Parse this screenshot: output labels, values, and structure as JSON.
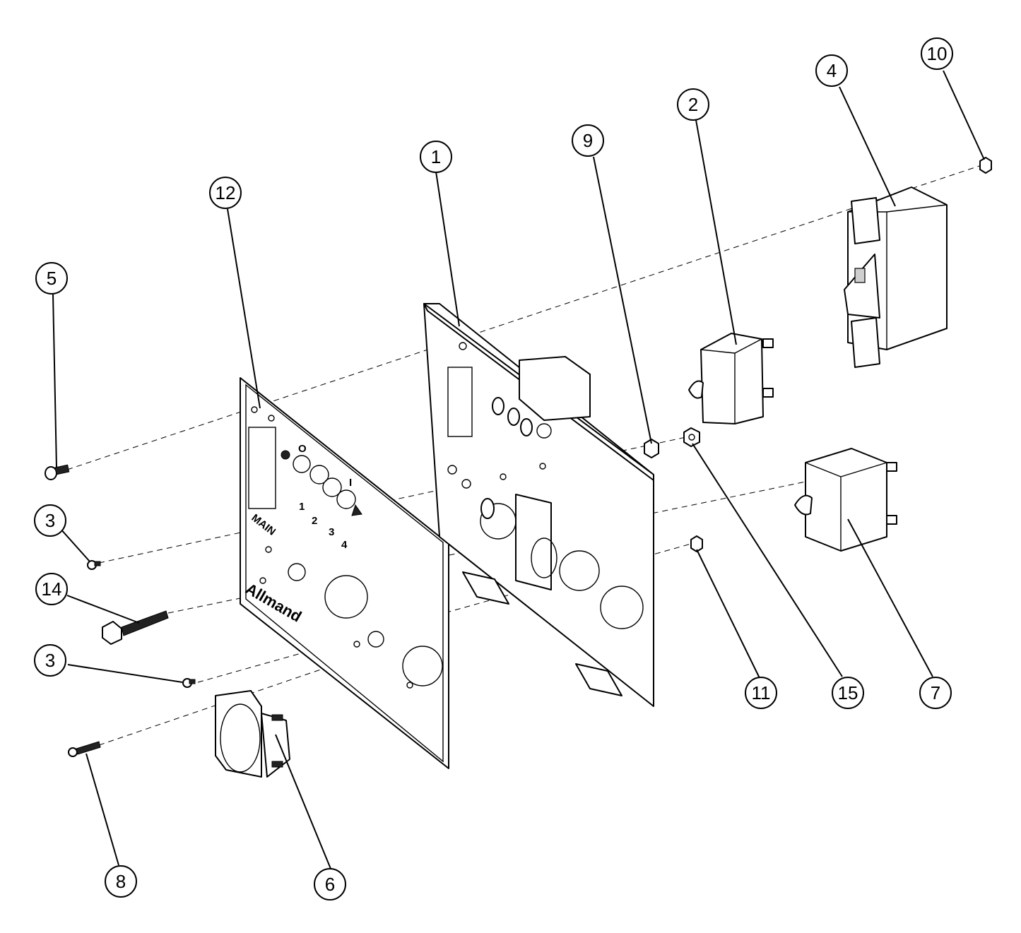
{
  "diagram": {
    "balloons": [
      {
        "id": "b1",
        "label": "1"
      },
      {
        "id": "b2",
        "label": "2"
      },
      {
        "id": "b3a",
        "label": "3"
      },
      {
        "id": "b3b",
        "label": "3"
      },
      {
        "id": "b4",
        "label": "4"
      },
      {
        "id": "b5",
        "label": "5"
      },
      {
        "id": "b6",
        "label": "6"
      },
      {
        "id": "b7",
        "label": "7"
      },
      {
        "id": "b8",
        "label": "8"
      },
      {
        "id": "b9",
        "label": "9"
      },
      {
        "id": "b10",
        "label": "10"
      },
      {
        "id": "b11",
        "label": "11"
      },
      {
        "id": "b12",
        "label": "12"
      },
      {
        "id": "b14",
        "label": "14"
      },
      {
        "id": "b15",
        "label": "15"
      }
    ],
    "panel_labels": {
      "main": "MAIN",
      "pos1": "1",
      "pos2": "2",
      "pos3": "3",
      "pos4": "4",
      "o_mark": "O",
      "i_mark": "I",
      "brand": "Allmand"
    }
  }
}
